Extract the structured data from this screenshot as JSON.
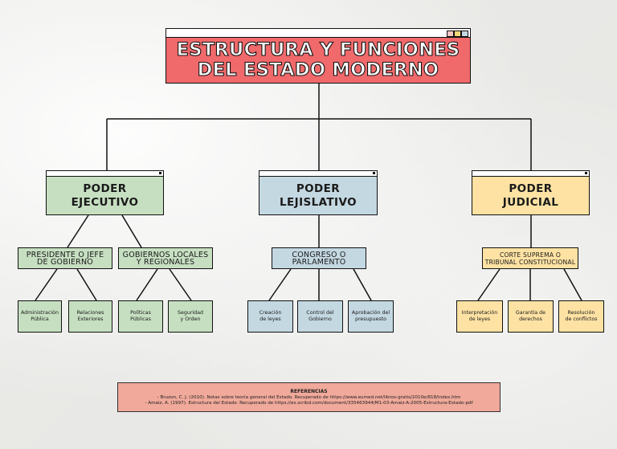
{
  "title": {
    "line1": "ESTRUCTURA Y FUNCIONES",
    "line2": "DEL ESTADO MODERNO"
  },
  "powers": [
    {
      "line1": "PODER",
      "line2": "EJECUTIVO",
      "color": "#c6dfc1",
      "subs": [
        {
          "line1": "PRESIDENTE O JEFE",
          "line2": "DE GOBIERNO",
          "leaves": [
            {
              "line1": "Administración",
              "line2": "Pública"
            },
            {
              "line1": "Relaciones",
              "line2": "Exteriores"
            }
          ]
        },
        {
          "line1": "GOBIERNOS LOCALES",
          "line2": "Y REGIONALES",
          "leaves": [
            {
              "line1": "Políticas",
              "line2": "Públicas"
            },
            {
              "line1": "Seguridad",
              "line2": "y Orden"
            }
          ]
        }
      ]
    },
    {
      "line1": "PODER",
      "line2": "LEJISLATIVO",
      "color": "#c4d8e2",
      "subs": [
        {
          "line1": "CONGRESO O",
          "line2": "PARLAMENTO",
          "leaves": [
            {
              "line1": "Creación",
              "line2": "de leyes"
            },
            {
              "line1": "Control del",
              "line2": "Gobierno"
            },
            {
              "line1": "Aprobación del",
              "line2": "presupuesto"
            }
          ]
        }
      ]
    },
    {
      "line1": "PODER",
      "line2": "JUDICIAL",
      "color": "#fde2a3",
      "subs": [
        {
          "line1": "CORTE SUPREMA O",
          "line2": "TRIBUNAL CONSTITUCIONAL",
          "leaves": [
            {
              "line1": "Interpretación",
              "line2": "de leyes"
            },
            {
              "line1": "Garantía de",
              "line2": "derechos"
            },
            {
              "line1": "Resolución",
              "line2": "de conflictos"
            }
          ]
        }
      ]
    }
  ],
  "references": {
    "heading": "REFERENCIAS",
    "items": [
      "- Bruzon, C. J. (2010). Notas sobre teoría general del Estado. Recuperado de https://www.eumed.net/libros-gratis/2010e/818/index.htm",
      "- Amaiz, A. (1997). Estructura del Estado. Recuperado de https://es.scribd.com/document/335463944/M1-03-Amaiz-A-2005-Estructura-Estado-pdf"
    ]
  },
  "window_buttons": [
    "#f7c7c2",
    "#f5d77a",
    "#c4d8e2"
  ]
}
